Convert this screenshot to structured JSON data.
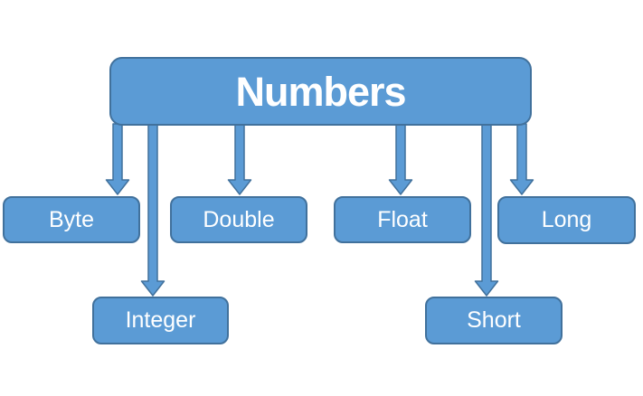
{
  "diagram": {
    "type": "tree",
    "background": "#FFFFFF",
    "colors": {
      "node_fill": "#5B9BD5",
      "node_border": "#41719C",
      "node_text": "#FFFFFF"
    },
    "root": {
      "id": "numbers",
      "label": "Numbers"
    },
    "children": [
      {
        "id": "byte",
        "label": "Byte",
        "row": 1
      },
      {
        "id": "double",
        "label": "Double",
        "row": 1
      },
      {
        "id": "float",
        "label": "Float",
        "row": 1
      },
      {
        "id": "long",
        "label": "Long",
        "row": 1
      },
      {
        "id": "integer",
        "label": "Integer",
        "row": 2
      },
      {
        "id": "short",
        "label": "Short",
        "row": 2
      }
    ],
    "edges": [
      {
        "from": "numbers",
        "to": "byte"
      },
      {
        "from": "numbers",
        "to": "integer"
      },
      {
        "from": "numbers",
        "to": "double"
      },
      {
        "from": "numbers",
        "to": "float"
      },
      {
        "from": "numbers",
        "to": "short"
      },
      {
        "from": "numbers",
        "to": "long"
      }
    ]
  }
}
